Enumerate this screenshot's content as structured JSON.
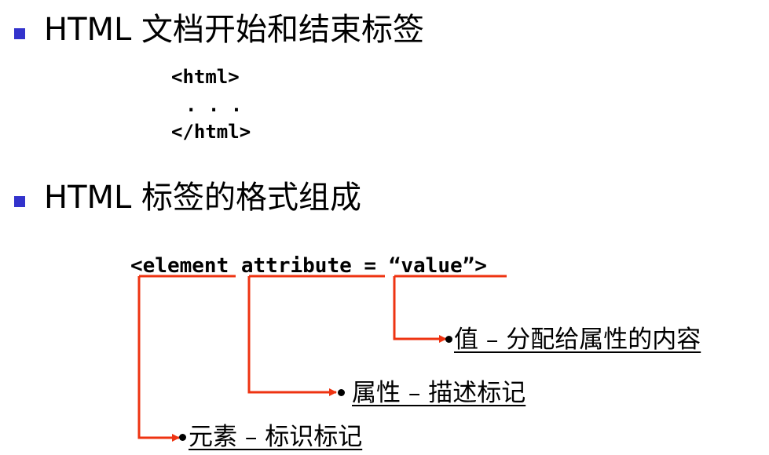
{
  "section1": {
    "title": "HTML 文档开始和结束标签",
    "code_lines": [
      "<html>",
      ". . .",
      "</html>"
    ]
  },
  "section2": {
    "title": "HTML 标签的格式组成",
    "syntax": "<element attribute = “value”>",
    "labels": {
      "value": "值 – 分配给属性的内容",
      "attribute": "属性 – 描述标记",
      "element": "元素 – 标识标记"
    }
  },
  "colors": {
    "bullet": "#3333cc",
    "arrow": "#ee3311"
  }
}
